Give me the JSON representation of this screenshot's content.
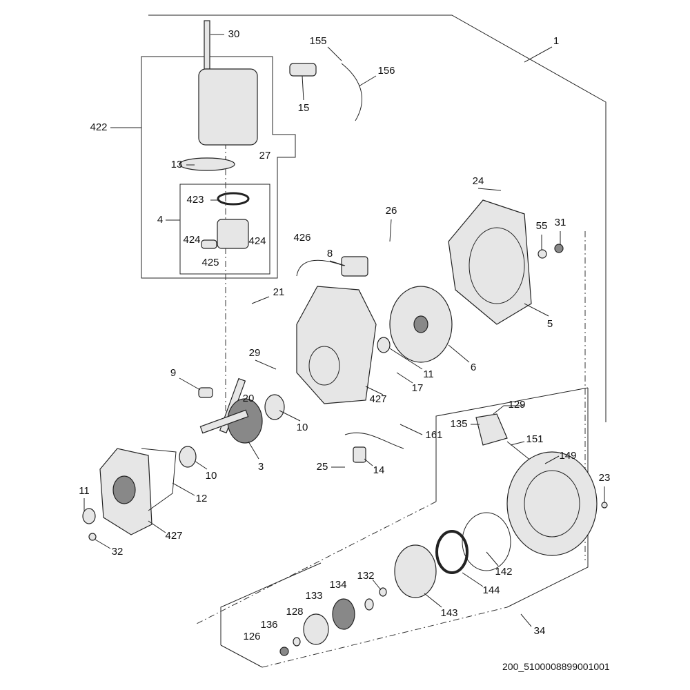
{
  "labels": [
    "30",
    "155",
    "1",
    "156",
    "422",
    "15",
    "27",
    "13",
    "423",
    "4",
    "424",
    "424",
    "425",
    "24",
    "26",
    "55",
    "31",
    "426",
    "8",
    "21",
    "5",
    "29",
    "11",
    "6",
    "9",
    "17",
    "427",
    "20",
    "10",
    "129",
    "135",
    "161",
    "151",
    "149",
    "3",
    "25",
    "14",
    "10",
    "23",
    "11",
    "12",
    "427",
    "32",
    "142",
    "132",
    "134",
    "144",
    "133",
    "128",
    "143",
    "136",
    "126",
    "34"
  ],
  "footer_code": "200_5100008899001001"
}
